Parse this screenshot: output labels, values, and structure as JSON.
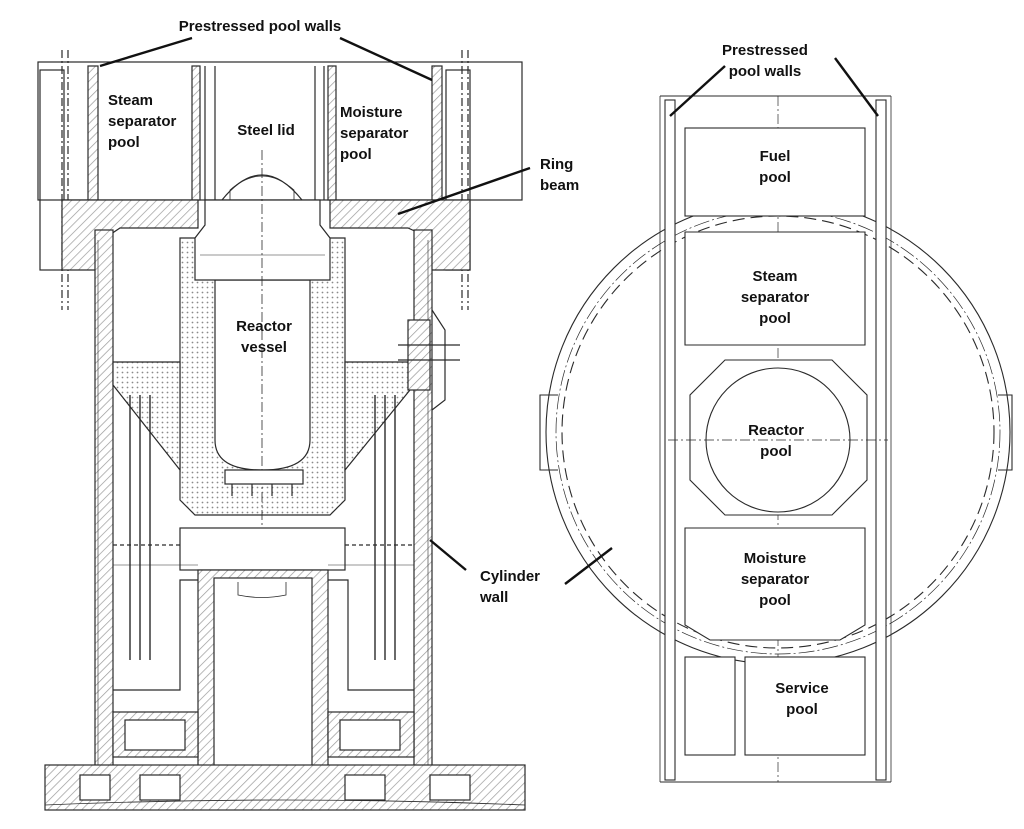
{
  "colors": {
    "line": "#2a2a2a",
    "wall_fill": "#8c8c8c",
    "hatch": "#c8c8c8",
    "text": "#111111",
    "background": "#ffffff"
  },
  "section_view": {
    "labels": {
      "prestressed_pool_walls": "Prestressed pool walls",
      "steam_separator_pool": "Steam\nseparator\npool",
      "steel_lid": "Steel lid",
      "moisture_separator_pool": "Moisture\nseparator\npool",
      "ring_beam": "Ring\nbeam",
      "reactor_vessel": "Reactor\nvessel",
      "cylinder_wall": "Cylinder\nwall"
    }
  },
  "plan_view": {
    "labels": {
      "prestressed_pool_walls": "Prestressed\npool walls",
      "fuel_pool": "Fuel\npool",
      "steam_separator_pool": "Steam\nseparator\npool",
      "reactor_pool": "Reactor\npool",
      "moisture_separator_pool": "Moisture\nseparator\npool",
      "service_pool": "Service\npool"
    }
  }
}
